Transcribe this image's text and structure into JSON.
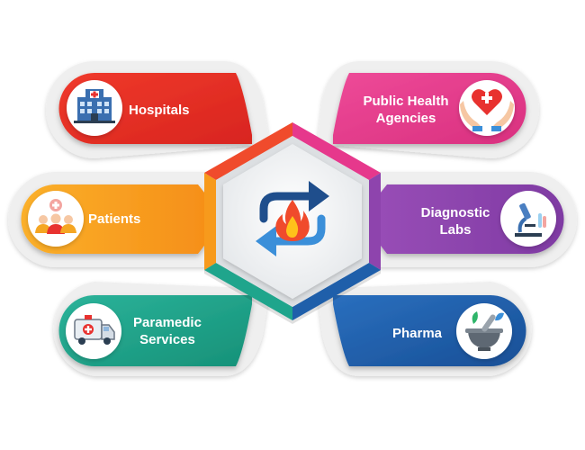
{
  "diagram": {
    "center": {
      "icon": "data-exchange-fire-icon"
    },
    "nodes": [
      {
        "id": "hospitals",
        "label": "Hospitals",
        "icon": "hospital-building-icon",
        "color": "#e8322f"
      },
      {
        "id": "public-health",
        "label": "Public Health Agencies",
        "icon": "hands-heart-icon",
        "color": "#e6388c"
      },
      {
        "id": "patients",
        "label": "Patients",
        "icon": "patients-group-icon",
        "color": "#f79a1c"
      },
      {
        "id": "diagnostic",
        "label": "Diagnostic Labs",
        "icon": "microscope-icon",
        "color": "#8e44ad"
      },
      {
        "id": "paramedic",
        "label": "Paramedic Services",
        "icon": "ambulance-icon",
        "color": "#1fa58c"
      },
      {
        "id": "pharma",
        "label": "Pharma",
        "icon": "mortar-pestle-icon",
        "color": "#1f5faa"
      }
    ]
  }
}
